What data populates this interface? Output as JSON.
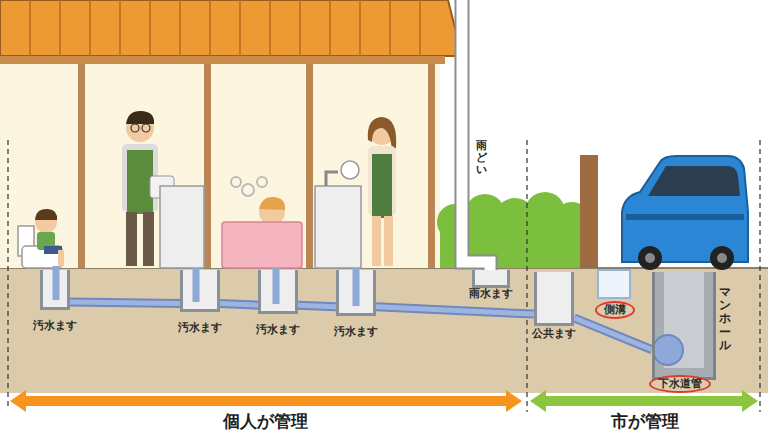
{
  "diagram": {
    "nodes": [
      {
        "text": [
          "汚水ます"
        ]
      },
      {
        "text": [
          "汚水ます"
        ]
      },
      {
        "text": [
          "汚水ます"
        ]
      },
      {
        "text": [
          "汚水ます"
        ]
      },
      {
        "text": [
          "雨水ます"
        ]
      },
      {
        "text": [
          "公共ます"
        ]
      },
      {
        "text": [
          "側溝"
        ]
      },
      {
        "text": [
          "マンホール"
        ]
      },
      {
        "text": [
          "下水道管"
        ]
      }
    ],
    "edges": [
      {
        "from": 0,
        "to": 1,
        "arrow": "none"
      },
      {
        "from": 1,
        "to": 2,
        "arrow": "none"
      },
      {
        "from": 2,
        "to": 3,
        "arrow": "none"
      },
      {
        "from": 3,
        "to": 5,
        "arrow": "none"
      },
      {
        "from": 5,
        "to": 7,
        "arrow": "none"
      }
    ],
    "labels": [
      "雨どい",
      "個人が管理",
      "市が管理"
    ]
  }
}
